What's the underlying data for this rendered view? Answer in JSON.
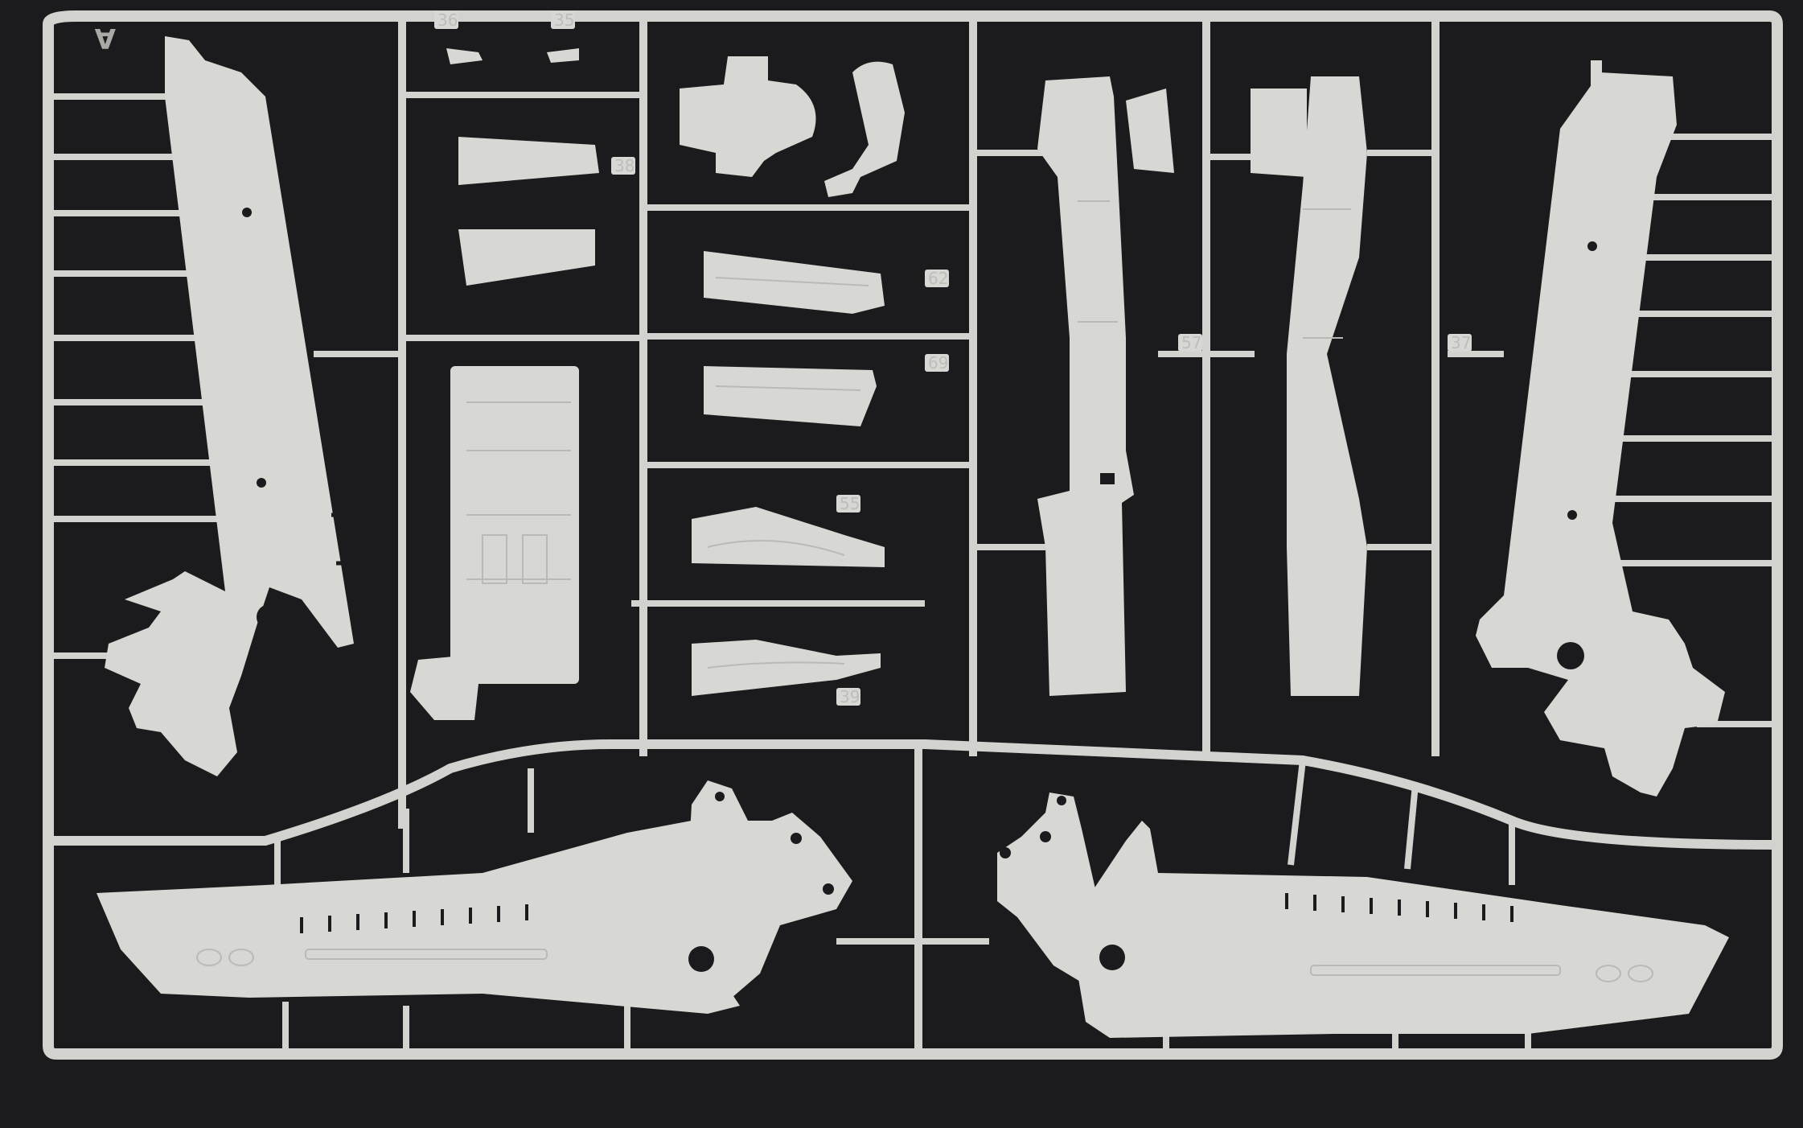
{
  "photo": {
    "sprue_letter": "A",
    "part_numbers": [
      "36",
      "35",
      "38",
      "62",
      "69",
      "55",
      "57",
      "37",
      "39"
    ],
    "colors": {
      "background": "#1b1b1d",
      "plastic": "#d7d8d4"
    }
  }
}
